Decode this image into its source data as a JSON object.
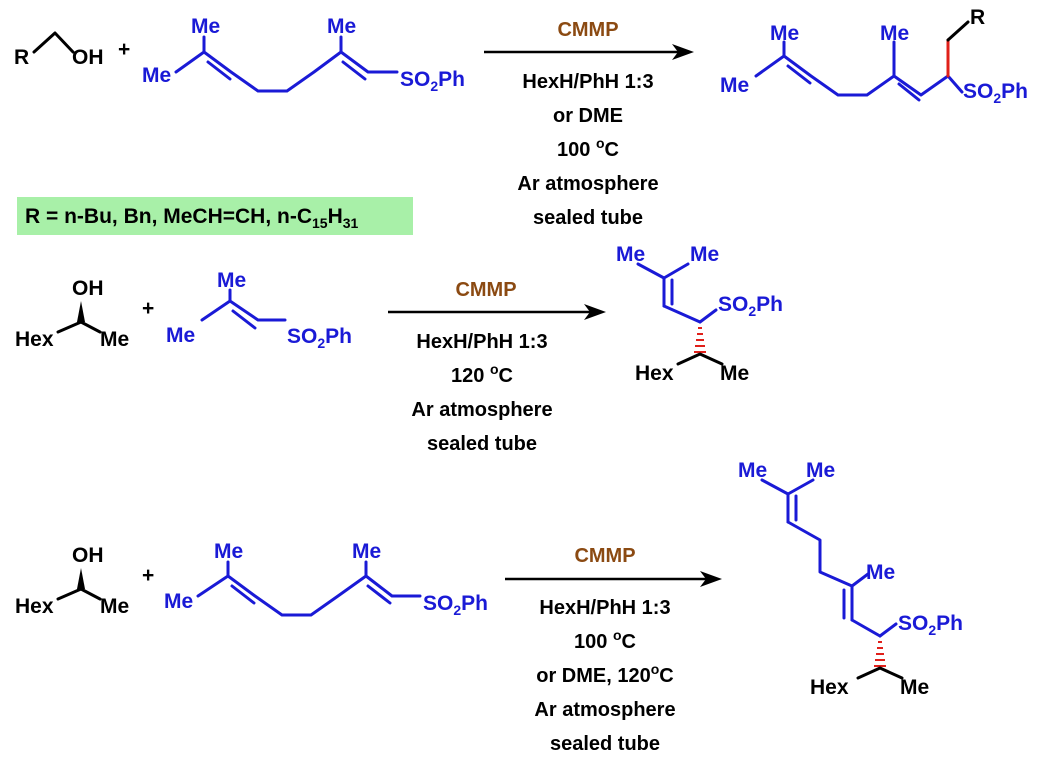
{
  "reaction1": {
    "alcohol": {
      "r": "R",
      "oh": "OH"
    },
    "plus": "+",
    "sulfone": {
      "me1": "Me",
      "me2": "Me",
      "me3": "Me",
      "so2ph": "SO2Ph"
    },
    "reagent": "CMMP",
    "conditions": [
      "HexH/PhH 1:3",
      "or DME",
      "100 oC",
      "Ar atmosphere",
      "sealed tube"
    ],
    "product": {
      "r": "R",
      "me1": "Me",
      "me2": "Me",
      "me3": "Me",
      "so2ph": "SO2Ph"
    },
    "r_definition": "R = n-Bu, Bn, MeCH=CH, n-C15H31"
  },
  "reaction2": {
    "alcohol": {
      "oh": "OH",
      "hex": "Hex",
      "me": "Me"
    },
    "plus": "+",
    "sulfone": {
      "me1": "Me",
      "me2": "Me",
      "so2ph": "SO2Ph"
    },
    "reagent": "CMMP",
    "conditions": [
      "HexH/PhH 1:3",
      "120 oC",
      "Ar atmosphere",
      "sealed tube"
    ],
    "product": {
      "me1": "Me",
      "me2": "Me",
      "so2ph": "SO2Ph",
      "hex": "Hex",
      "me3": "Me"
    }
  },
  "reaction3": {
    "alcohol": {
      "oh": "OH",
      "hex": "Hex",
      "me": "Me"
    },
    "plus": "+",
    "sulfone": {
      "me1": "Me",
      "me2": "Me",
      "me3": "Me",
      "so2ph": "SO2Ph"
    },
    "reagent": "CMMP",
    "conditions": [
      "HexH/PhH 1:3",
      "100 oC",
      "or DME, 120oC",
      "Ar atmosphere",
      "sealed tube"
    ],
    "product": {
      "me1": "Me",
      "me2": "Me",
      "me3": "Me",
      "so2ph": "SO2Ph",
      "hex": "Hex",
      "me4": "Me"
    }
  },
  "colors": {
    "substrate": "#1a1ad6",
    "reagent": "#8b4a12",
    "new_bond": "#e0201a",
    "highlight_box": "#a8f0a8"
  }
}
